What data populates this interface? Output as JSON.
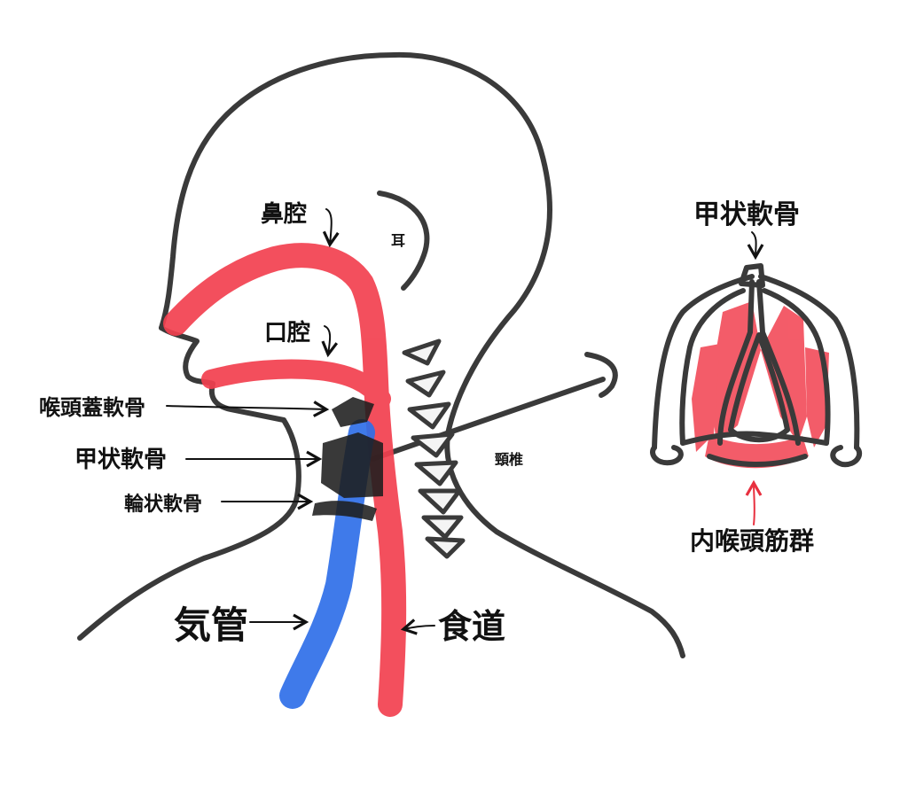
{
  "labels": {
    "nasal_cavity": "鼻腔",
    "ear": "耳",
    "oral_cavity": "口腔",
    "epiglottis": "喉頭蓋軟骨",
    "thyroid_cartilage": "甲状軟骨",
    "cricoid_cartilage": "輪状軟骨",
    "cervical_spine": "頸椎",
    "trachea": "気管",
    "esophagus": "食道",
    "detail_thyroid_cartilage": "甲状軟骨",
    "intrinsic_laryngeal_muscles": "内喉頭筋群"
  },
  "colors": {
    "outline": "#3a3a3a",
    "esophagus": "#f2404f",
    "trachea": "#2f6fe8",
    "cartilage": "#1e1e1e",
    "muscle": "#f2404f",
    "label": "#111111"
  }
}
